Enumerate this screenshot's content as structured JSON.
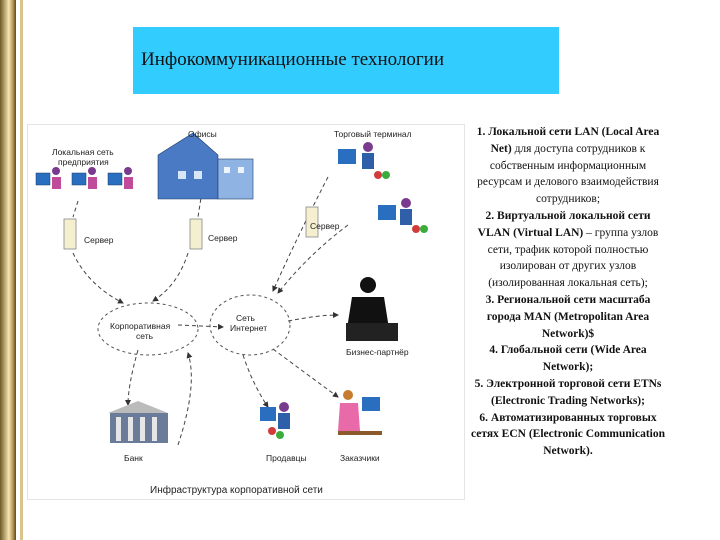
{
  "slide": {
    "title": "Инфокоммуникационные технологии"
  },
  "diagram": {
    "caption": "Инфраструктура корпоративной сети",
    "labels": {
      "offices": "Офисы",
      "trade_terminal": "Торговый терминал",
      "lan_line1": "Локальная сеть",
      "lan_line2": "предприятия",
      "server_left": "Сервер",
      "server_middle": "Сервер",
      "server_right": "Сервер",
      "corporate_line1": "Корпоративная",
      "corporate_line2": "сеть",
      "internet_line1": "Сеть",
      "internet_line2": "Интернет",
      "business_partner": "Бизнес-партнёр",
      "bank": "Банк",
      "sales": "Продавцы",
      "customers": "Заказчики"
    }
  },
  "networks": [
    {
      "bold": "1. Локальной сети LAN (Local Area Net)",
      "normal": " для доступа сотрудников к собственным информационным ресурсам и делового взаимодействия сотрудников;"
    },
    {
      "bold": "2. Виртуальной локальной сети VLAN (Virtual LAN)",
      "normal": " – группа узлов сети, трафик которой полностью изолирован от других узлов (изолированная локальная сеть);"
    },
    {
      "bold": "3. Региональной сети масштаба города MAN (Metropolitan Area Network)$",
      "normal": ""
    },
    {
      "bold": "4. Глобальной сети (Wide Area Network);",
      "normal": ""
    },
    {
      "bold": "5. Электронной торговой сети ETNs (Electronic Trading Networks);",
      "normal": ""
    },
    {
      "bold": "6. Автоматизированных торговых сетях ECN (Electronic Communication Network).",
      "normal": ""
    }
  ]
}
